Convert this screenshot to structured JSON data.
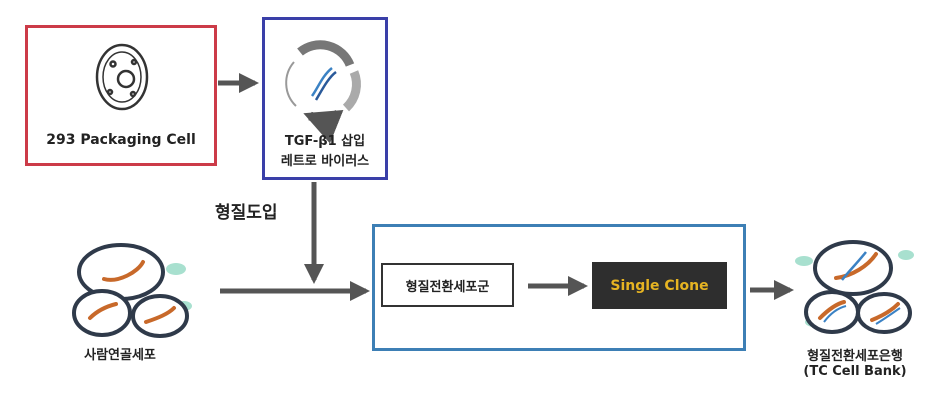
{
  "nodes": {
    "packaging_cell": "293 Packaging Cell",
    "vector_line1": "TGF-β1 삽입",
    "vector_line2": "레트로 바이러스",
    "human_cells": "사람연골세포",
    "transformed_pool": "형질전환세포군",
    "single_clone": "Single Clone",
    "bank_line1": "형질전환세포은행",
    "bank_line2": "(TC Cell Bank)"
  },
  "edges": {
    "transduction_label": "형질도입"
  },
  "colors": {
    "packaging_border": "#cc3b48",
    "vector_border": "#3a3fa8",
    "process_border": "#3d7fb5",
    "clone_text": "#e6b422",
    "arrow": "#555555",
    "cell_inner": "#c8692a",
    "cell_halo": "#a8e0cf"
  }
}
